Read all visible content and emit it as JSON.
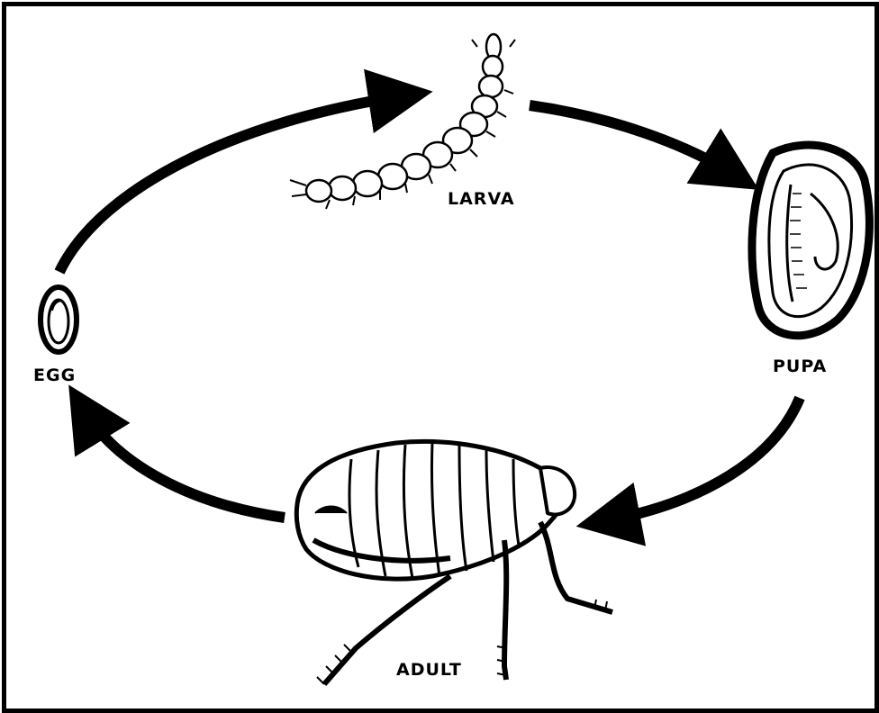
{
  "labels": {
    "egg": "EGG",
    "larva": "LARVA",
    "pupa": "PUPA",
    "adult": "ADULT"
  },
  "colors": {
    "ink": "#000000",
    "paper": "#ffffff"
  }
}
